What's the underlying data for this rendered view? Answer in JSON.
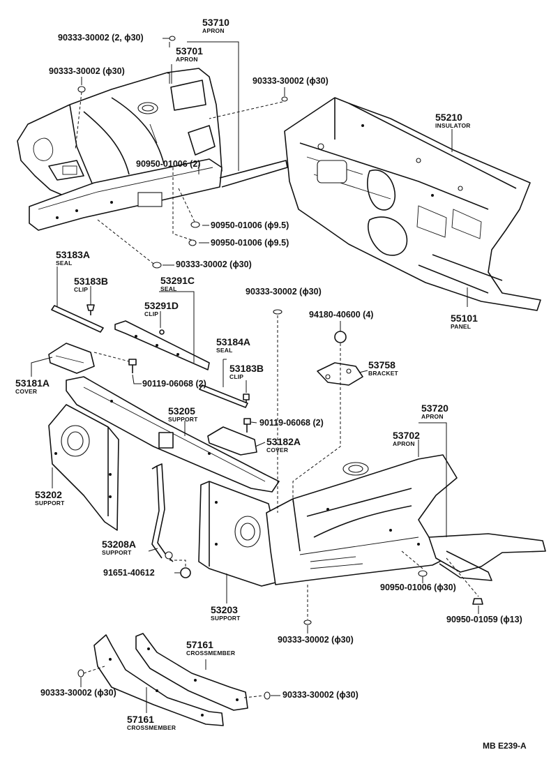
{
  "parts": {
    "p53710": {
      "number": "53710",
      "desc": "APRON"
    },
    "p53701": {
      "number": "53701",
      "desc": "APRON"
    },
    "p55210": {
      "number": "55210",
      "desc": "INSULATOR"
    },
    "p55101": {
      "number": "55101",
      "desc": "PANEL"
    },
    "p53183A": {
      "number": "53183A",
      "desc": "SEAL"
    },
    "p53183B_1": {
      "number": "53183B",
      "desc": "CLIP"
    },
    "p53291C": {
      "number": "53291C",
      "desc": "SEAL"
    },
    "p53291D": {
      "number": "53291D",
      "desc": "CLIP"
    },
    "p53184A": {
      "number": "53184A",
      "desc": "SEAL"
    },
    "p53183B_2": {
      "number": "53183B",
      "desc": "CLIP"
    },
    "p53181A": {
      "number": "53181A",
      "desc": "COVER"
    },
    "p53758": {
      "number": "53758",
      "desc": "BRACKET"
    },
    "p53205": {
      "number": "53205",
      "desc": "SUPPORT"
    },
    "p53182A": {
      "number": "53182A",
      "desc": "COVER"
    },
    "p53720": {
      "number": "53720",
      "desc": "APRON"
    },
    "p53702": {
      "number": "53702",
      "desc": "APRON"
    },
    "p53202": {
      "number": "53202",
      "desc": "SUPPORT"
    },
    "p53208A": {
      "number": "53208A",
      "desc": "SUPPORT"
    },
    "p53203": {
      "number": "53203",
      "desc": "SUPPORT"
    },
    "p57161_1": {
      "number": "57161",
      "desc": "CROSSMEMBER"
    },
    "p57161_2": {
      "number": "57161",
      "desc": "CROSSMEMBER"
    }
  },
  "hardware": {
    "h1": "90333-30002 (2, ϕ30)",
    "h2": "90333-30002 (ϕ30)",
    "h3": "90333-30002 (ϕ30)",
    "h4": "90950-01006 (2)",
    "h5": "90950-01006 (ϕ9.5)",
    "h6": "90950-01006 (ϕ9.5)",
    "h7": "90333-30002 (ϕ30)",
    "h8": "90333-30002 (ϕ30)",
    "h9": "94180-40600 (4)",
    "h10": "90119-06068 (2)",
    "h11": "90119-06068 (2)",
    "h12": "91651-40612",
    "h13": "90950-01006 (ϕ30)",
    "h14": "90950-01059 (ϕ13)",
    "h15": "90333-30002 (ϕ30)",
    "h16": "90333-30002 (ϕ30)",
    "h17": "90333-30002 (ϕ30)"
  },
  "diagram_code": "MB E239-A"
}
